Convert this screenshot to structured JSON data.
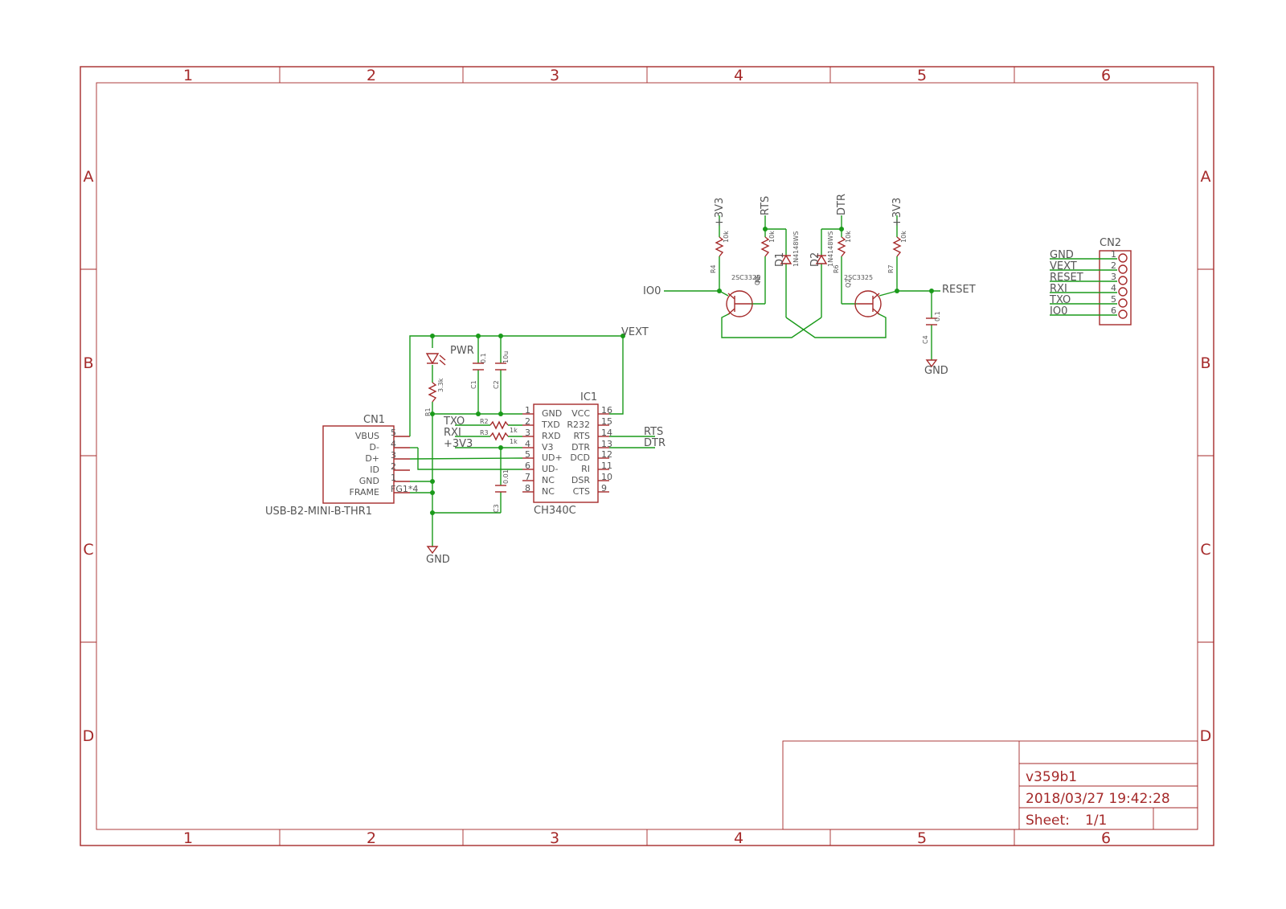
{
  "frame": {
    "columns": [
      "1",
      "2",
      "3",
      "4",
      "5",
      "6"
    ],
    "rows": [
      "A",
      "B",
      "C",
      "D"
    ]
  },
  "title_block": {
    "name": "v359b1",
    "datetime": "2018/03/27 19:42:28",
    "sheet_label": "Sheet:",
    "sheet_value": "1/1"
  },
  "cn1": {
    "ref": "CN1",
    "value": "USB-B2-MINI-B-THR1",
    "pins": [
      {
        "name": "VBUS",
        "num": "5"
      },
      {
        "name": "D-",
        "num": "4"
      },
      {
        "name": "D+",
        "num": "3"
      },
      {
        "name": "ID",
        "num": "2"
      },
      {
        "name": "GND",
        "num": "1"
      },
      {
        "name": "FRAME",
        "num": "FG1*4"
      }
    ]
  },
  "ic1": {
    "ref": "IC1",
    "value": "CH340C",
    "left_pins": [
      {
        "name": "GND",
        "num": "1"
      },
      {
        "name": "TXD",
        "num": "2"
      },
      {
        "name": "RXD",
        "num": "3"
      },
      {
        "name": "V3",
        "num": "4"
      },
      {
        "name": "UD+",
        "num": "5"
      },
      {
        "name": "UD-",
        "num": "6"
      },
      {
        "name": "NC",
        "num": "7"
      },
      {
        "name": "NC",
        "num": "8"
      }
    ],
    "right_pins": [
      {
        "name": "VCC",
        "num": "16"
      },
      {
        "name": "R232",
        "num": "15"
      },
      {
        "name": "RTS",
        "num": "14"
      },
      {
        "name": "DTR",
        "num": "13"
      },
      {
        "name": "DCD",
        "num": "12"
      },
      {
        "name": "RI",
        "num": "11"
      },
      {
        "name": "DSR",
        "num": "10"
      },
      {
        "name": "CTS",
        "num": "9"
      }
    ]
  },
  "cn2": {
    "ref": "CN2",
    "pins": [
      {
        "name": "GND",
        "num": "1"
      },
      {
        "name": "VEXT",
        "num": "2"
      },
      {
        "name": "RESET",
        "num": "3"
      },
      {
        "name": "RXI",
        "num": "4"
      },
      {
        "name": "TXO",
        "num": "5"
      },
      {
        "name": "IO0",
        "num": "6"
      }
    ]
  },
  "nets": {
    "vext": "VEXT",
    "gnd": "GND",
    "txo": "TXO",
    "rxi": "RXI",
    "v3": "+3V3",
    "rts": "RTS",
    "dtr": "DTR",
    "io0": "IO0",
    "reset": "RESET",
    "pwr": "PWR"
  },
  "parts": {
    "r1": {
      "ref": "R1",
      "value": "3.3k"
    },
    "r2": {
      "ref": "R2",
      "value": "1k"
    },
    "r3": {
      "ref": "R3",
      "value": "1k"
    },
    "c1": {
      "ref": "C1",
      "value": "0.1"
    },
    "c2": {
      "ref": "C2",
      "value": "10u"
    },
    "c3": {
      "ref": "C3",
      "value": "0.01"
    },
    "r4": {
      "ref": "R4",
      "value": "10k"
    },
    "r5": {
      "ref": "R5",
      "value": "10k"
    },
    "r6": {
      "ref": "R6",
      "value": "10k"
    },
    "r7": {
      "ref": "R7",
      "value": "10k"
    },
    "d1": {
      "ref": "D1",
      "value": "1N4148WS"
    },
    "d2": {
      "ref": "D2",
      "value": "1N4148WS"
    },
    "q1": {
      "ref": "Q1",
      "value": "2SC3325"
    },
    "q2": {
      "ref": "Q2",
      "value": "2SC3325"
    },
    "c4": {
      "ref": "C4",
      "value": "0.1"
    }
  },
  "colors": {
    "frame": "#a52a2a",
    "wire": "#1a9a1a",
    "label": "#555555"
  }
}
